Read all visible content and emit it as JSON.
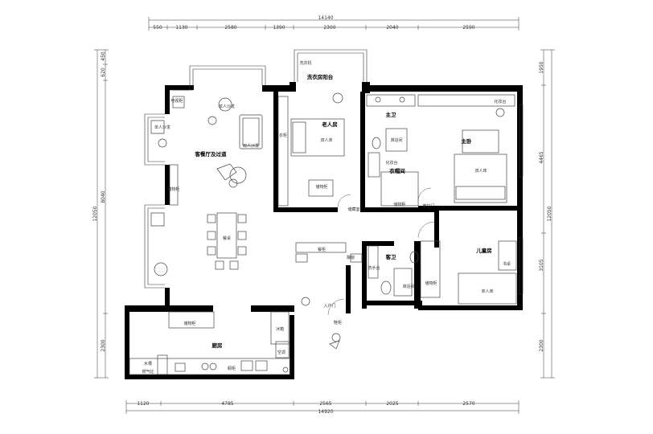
{
  "dimensions": {
    "top_total": "14140",
    "top_segments": [
      "550",
      "1130",
      "2580",
      "1390",
      "2300",
      "2040",
      "2590"
    ],
    "bottom_total": "14920",
    "bottom_segments": [
      "1120",
      "4785",
      "2565",
      "2025",
      "2570"
    ],
    "left_total": "12050",
    "left_segments": [
      "450",
      "620",
      "8040",
      "2300"
    ],
    "right_total": "12050",
    "right_segments": [
      "1950",
      "4465",
      "3105",
      "2300"
    ]
  },
  "rooms": {
    "living": "客餐厅及过道",
    "service_balcony": "洗衣房阳台",
    "elder_room": "老人房",
    "master_bath": "主卫",
    "master": "主卧",
    "cloak": "衣帽间",
    "guest_bath": "客卫",
    "child_room": "儿童房",
    "kitchen": "厨房"
  },
  "labels": {
    "double_sofa": "双人沙发",
    "single_sofa": "单人沙发",
    "single_sofa_b": "单人沙发",
    "double_bed": "双人床",
    "double_bed_b": "双人床",
    "single_bed": "单人床",
    "wardrobe": "衣柜",
    "wardrobe_a": "储物柜",
    "wardrobe_b": "储物柜",
    "dining": "餐桌",
    "shower": "淋浴间",
    "shower_b": "淋浴间",
    "washer": "洗衣机",
    "dresser": "化妆台",
    "dresser_b": "化妆台",
    "desk": "书桌",
    "entry": "入户门",
    "fridge": "冰箱",
    "cabinet": "储物柜",
    "cabinet_b": "储物柜",
    "cabinet_c": "储物柜",
    "shoe_cabinet": "鞋柜",
    "kitchen_cab": "橱柜",
    "gas_stove": "燃气灶",
    "sink": "水槽",
    "washbasin": "洗手台",
    "store": "储藏室",
    "tv": "电视柜",
    "sliding_door": "推拉门",
    "bay_window": "飘窗",
    "air_con": "空调",
    "pantry": "餐柜"
  }
}
